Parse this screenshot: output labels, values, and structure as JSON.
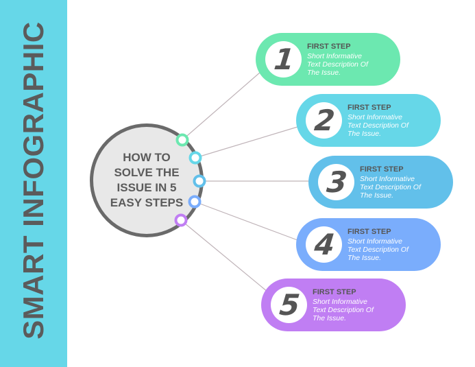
{
  "sidebar": {
    "title": "SMART INFOGRAPHIC",
    "background": "#66d7e8",
    "text_color": "#5b5b5b"
  },
  "hub": {
    "title": "HOW TO SOLVE THE ISSUE IN 5 EASY STEPS",
    "lines": [
      "HOW TO",
      "SOLVE THE",
      "ISSUE IN 5",
      "EASY STEPS"
    ]
  },
  "steps": [
    {
      "number": "1",
      "heading": "FIRST STEP",
      "desc": [
        "Short Informative",
        "Text Description Of",
        "The Issue."
      ],
      "color": "#6ce8b0"
    },
    {
      "number": "2",
      "heading": "FIRST STEP",
      "desc": [
        "Short Informative",
        "Text Description Of",
        "The Issue."
      ],
      "color": "#66d7e8"
    },
    {
      "number": "3",
      "heading": "FIRST STEP",
      "desc": [
        "Short Informative",
        "Text Description Of",
        "The Issue."
      ],
      "color": "#62c0ea"
    },
    {
      "number": "4",
      "heading": "FIRST STEP",
      "desc": [
        "Short Informative",
        "Text Description Of",
        "The Issue."
      ],
      "color": "#7aadfc"
    },
    {
      "number": "5",
      "heading": "FIRST STEP",
      "desc": [
        "Short Informative",
        "Text Description Of",
        "The Issue."
      ],
      "color": "#c07ef3"
    }
  ]
}
